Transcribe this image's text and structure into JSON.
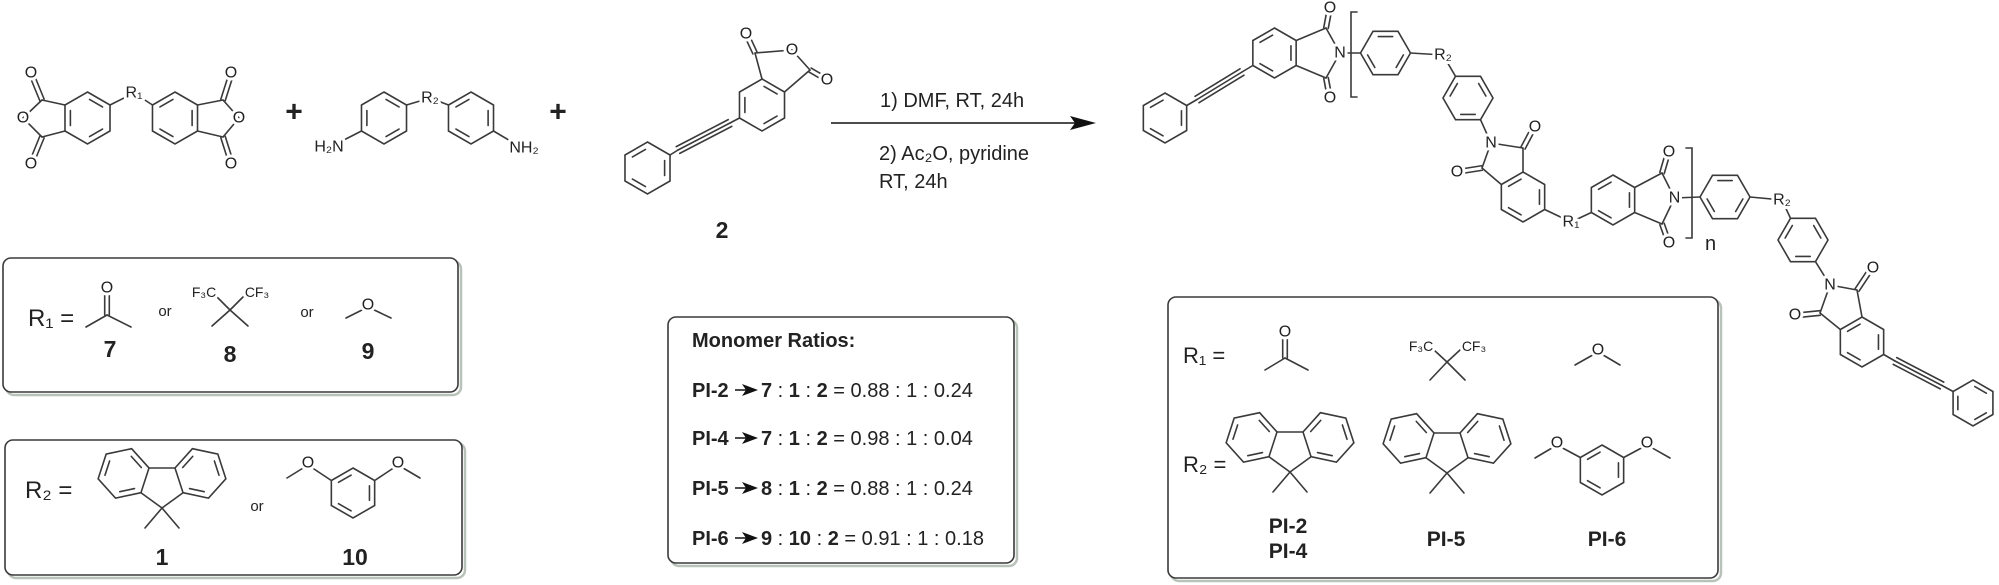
{
  "atoms": {
    "O": "O",
    "N": "N",
    "R1": "R₁",
    "R2": "R₂",
    "H2N": "H₂N",
    "NH2": "NH₂",
    "F3C": "F₃C",
    "CF3": "CF₃",
    "n": "n"
  },
  "reaction": {
    "plus": "+",
    "compound2_label": "2",
    "conditions": {
      "step1": "1) DMF, RT, 24h",
      "step2": "2) Ac₂O, pyridine",
      "step3": "RT, 24h"
    }
  },
  "r1_box": {
    "label": "R₁ =",
    "or": "or",
    "options": [
      "7",
      "8",
      "9"
    ]
  },
  "r2_box": {
    "label": "R₂ =",
    "or": "or",
    "options": [
      "1",
      "10"
    ]
  },
  "monomer_ratios": {
    "title": "Monomer Ratios:",
    "sep": " : ",
    "eq": " = ",
    "rows": [
      {
        "polymer": "PI-2",
        "dianhydride": "7",
        "diamine": "1",
        "endcap": "2",
        "ratio": "0.88 : 1 : 0.24"
      },
      {
        "polymer": "PI-4",
        "dianhydride": "7",
        "diamine": "1",
        "endcap": "2",
        "ratio": "0.98 : 1 : 0.04"
      },
      {
        "polymer": "PI-5",
        "dianhydride": "8",
        "diamine": "1",
        "endcap": "2",
        "ratio": "0.88 : 1 : 0.24"
      },
      {
        "polymer": "PI-6",
        "dianhydride": "9",
        "diamine": "10",
        "endcap": "2",
        "ratio": "0.91 : 1 : 0.18"
      }
    ]
  },
  "polymer_box": {
    "r1_label": "R₁ =",
    "r2_label": "R₂ =",
    "polymers": [
      "PI-2",
      "PI-4",
      "PI-5",
      "PI-6"
    ]
  }
}
